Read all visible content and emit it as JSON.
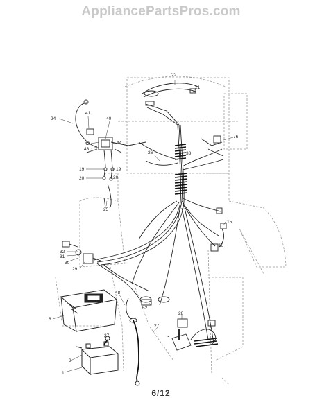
{
  "watermark": "AppliancePartsPros.com",
  "page_number": "6/12",
  "callouts": [
    {
      "id": "c1",
      "label": "1"
    },
    {
      "id": "c2",
      "label": "2"
    },
    {
      "id": "c8",
      "label": "8"
    },
    {
      "id": "c15",
      "label": "15"
    },
    {
      "id": "c16",
      "label": "16"
    },
    {
      "id": "c19a",
      "label": "19"
    },
    {
      "id": "c19b",
      "label": "19"
    },
    {
      "id": "c20a",
      "label": "20"
    },
    {
      "id": "c20b",
      "label": "20"
    },
    {
      "id": "c21",
      "label": "21"
    },
    {
      "id": "c22",
      "label": "22"
    },
    {
      "id": "c24",
      "label": "24"
    },
    {
      "id": "c25",
      "label": "25"
    },
    {
      "id": "c26",
      "label": "26"
    },
    {
      "id": "c27",
      "label": "27"
    },
    {
      "id": "c28",
      "label": "28"
    },
    {
      "id": "c29",
      "label": "29"
    },
    {
      "id": "c30",
      "label": "30"
    },
    {
      "id": "c31",
      "label": "31"
    },
    {
      "id": "c32",
      "label": "32"
    },
    {
      "id": "c33",
      "label": "33"
    },
    {
      "id": "c40",
      "label": "40"
    },
    {
      "id": "c41",
      "label": "41"
    },
    {
      "id": "c42",
      "label": "42"
    },
    {
      "id": "c43",
      "label": "43"
    },
    {
      "id": "c44a",
      "label": "44"
    },
    {
      "id": "c44b",
      "label": "44"
    },
    {
      "id": "c48",
      "label": "48"
    },
    {
      "id": "c52",
      "label": "52"
    },
    {
      "id": "c76",
      "label": "76"
    }
  ]
}
